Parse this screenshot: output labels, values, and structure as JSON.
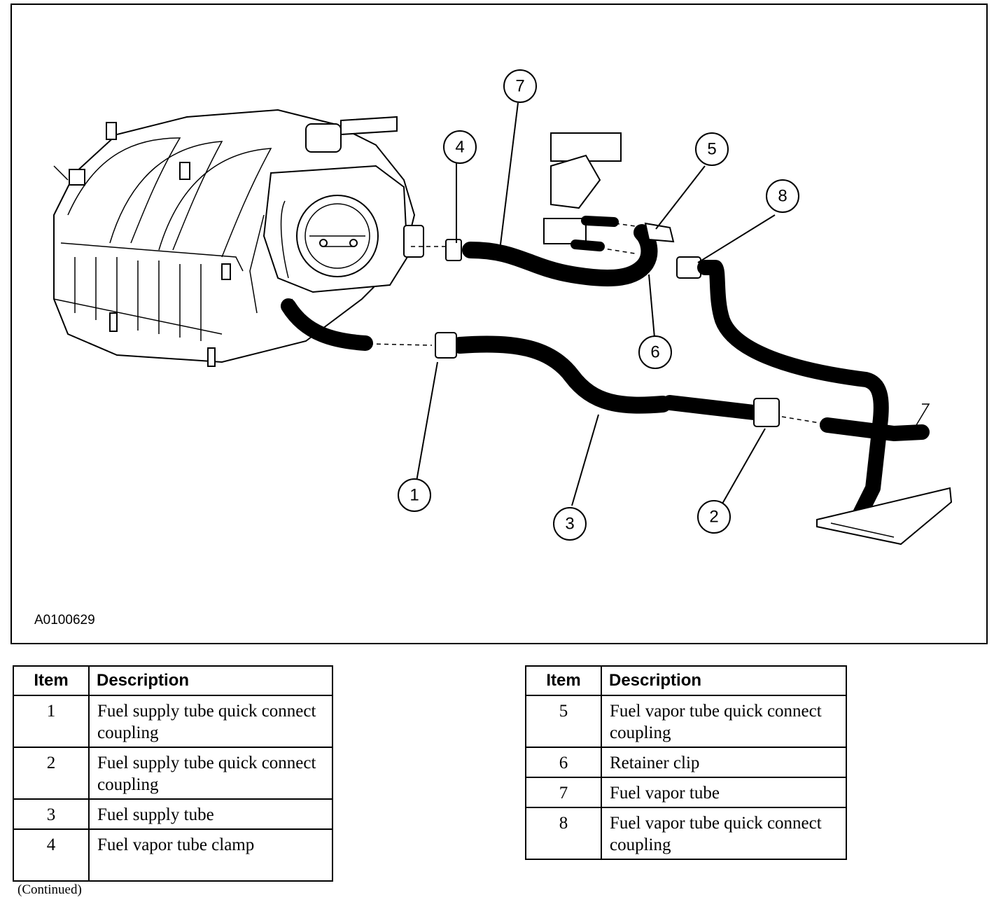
{
  "figure": {
    "id": "A0100629",
    "callouts": [
      "1",
      "2",
      "3",
      "4",
      "5",
      "6",
      "7",
      "8"
    ]
  },
  "legend_left": {
    "headers": {
      "item": "Item",
      "description": "Description"
    },
    "rows": [
      {
        "item": "1",
        "description": "Fuel supply tube quick connect coupling"
      },
      {
        "item": "2",
        "description": "Fuel supply tube quick connect coupling"
      },
      {
        "item": "3",
        "description": "Fuel supply tube"
      },
      {
        "item": "4",
        "description": "Fuel vapor tube clamp"
      }
    ]
  },
  "legend_right": {
    "headers": {
      "item": "Item",
      "description": "Description"
    },
    "rows": [
      {
        "item": "5",
        "description": "Fuel vapor tube quick connect coupling"
      },
      {
        "item": "6",
        "description": "Retainer clip"
      },
      {
        "item": "7",
        "description": "Fuel vapor tube"
      },
      {
        "item": "8",
        "description": "Fuel vapor tube quick connect coupling"
      }
    ]
  },
  "footer": {
    "note": "(Continued)"
  }
}
